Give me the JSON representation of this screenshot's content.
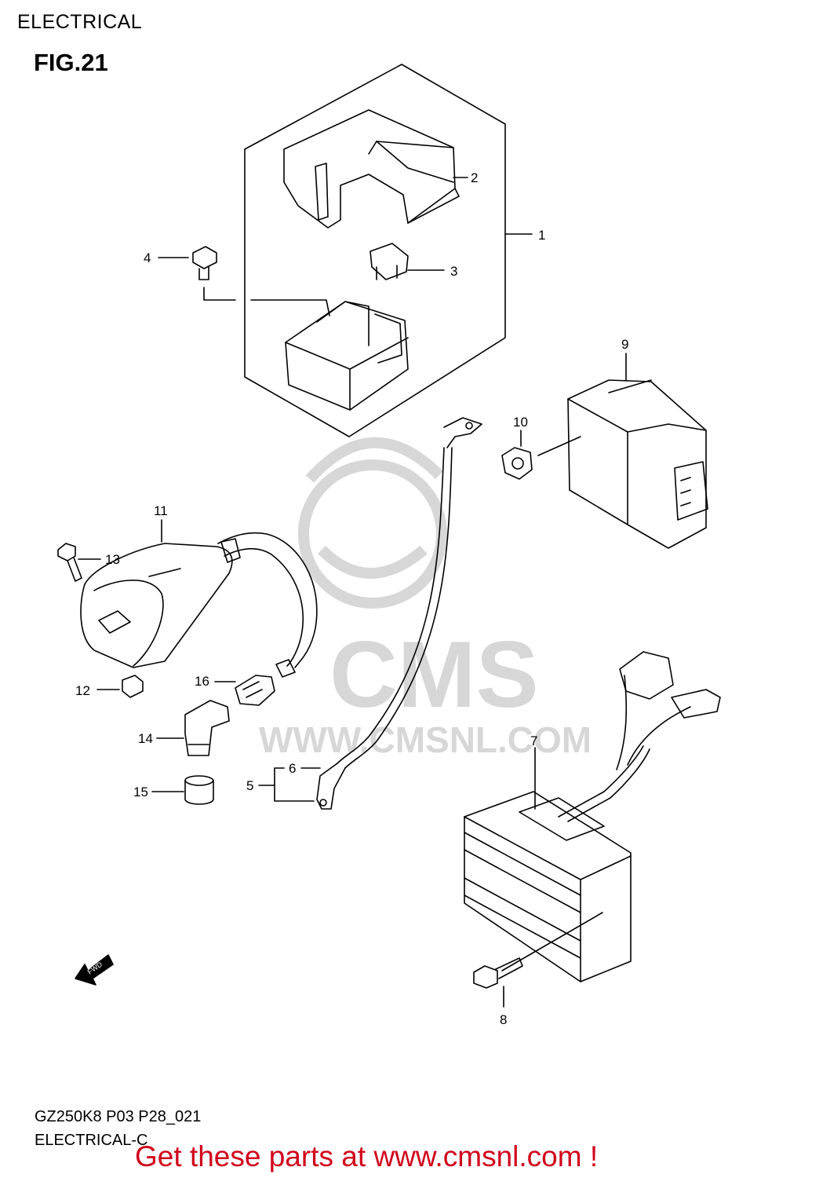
{
  "header": {
    "section_title": "ELECTRICAL",
    "figure": "FIG.21"
  },
  "diagram": {
    "callouts": [
      "1",
      "2",
      "3",
      "4",
      "5",
      "6",
      "7",
      "8",
      "9",
      "10",
      "11",
      "12",
      "13",
      "14",
      "15",
      "16"
    ],
    "fwd_label": "FWD",
    "watermark_text": "WWW.CMSNL.COM",
    "watermark_logo": "CMS",
    "watermark_color": "#d7d7d7"
  },
  "footer": {
    "code": "GZ250K8 P03 P28_021",
    "subtitle": "ELECTRICAL-C",
    "cta": "Get these parts at www.cmsnl.com !",
    "cta_color": "#d0021b"
  }
}
